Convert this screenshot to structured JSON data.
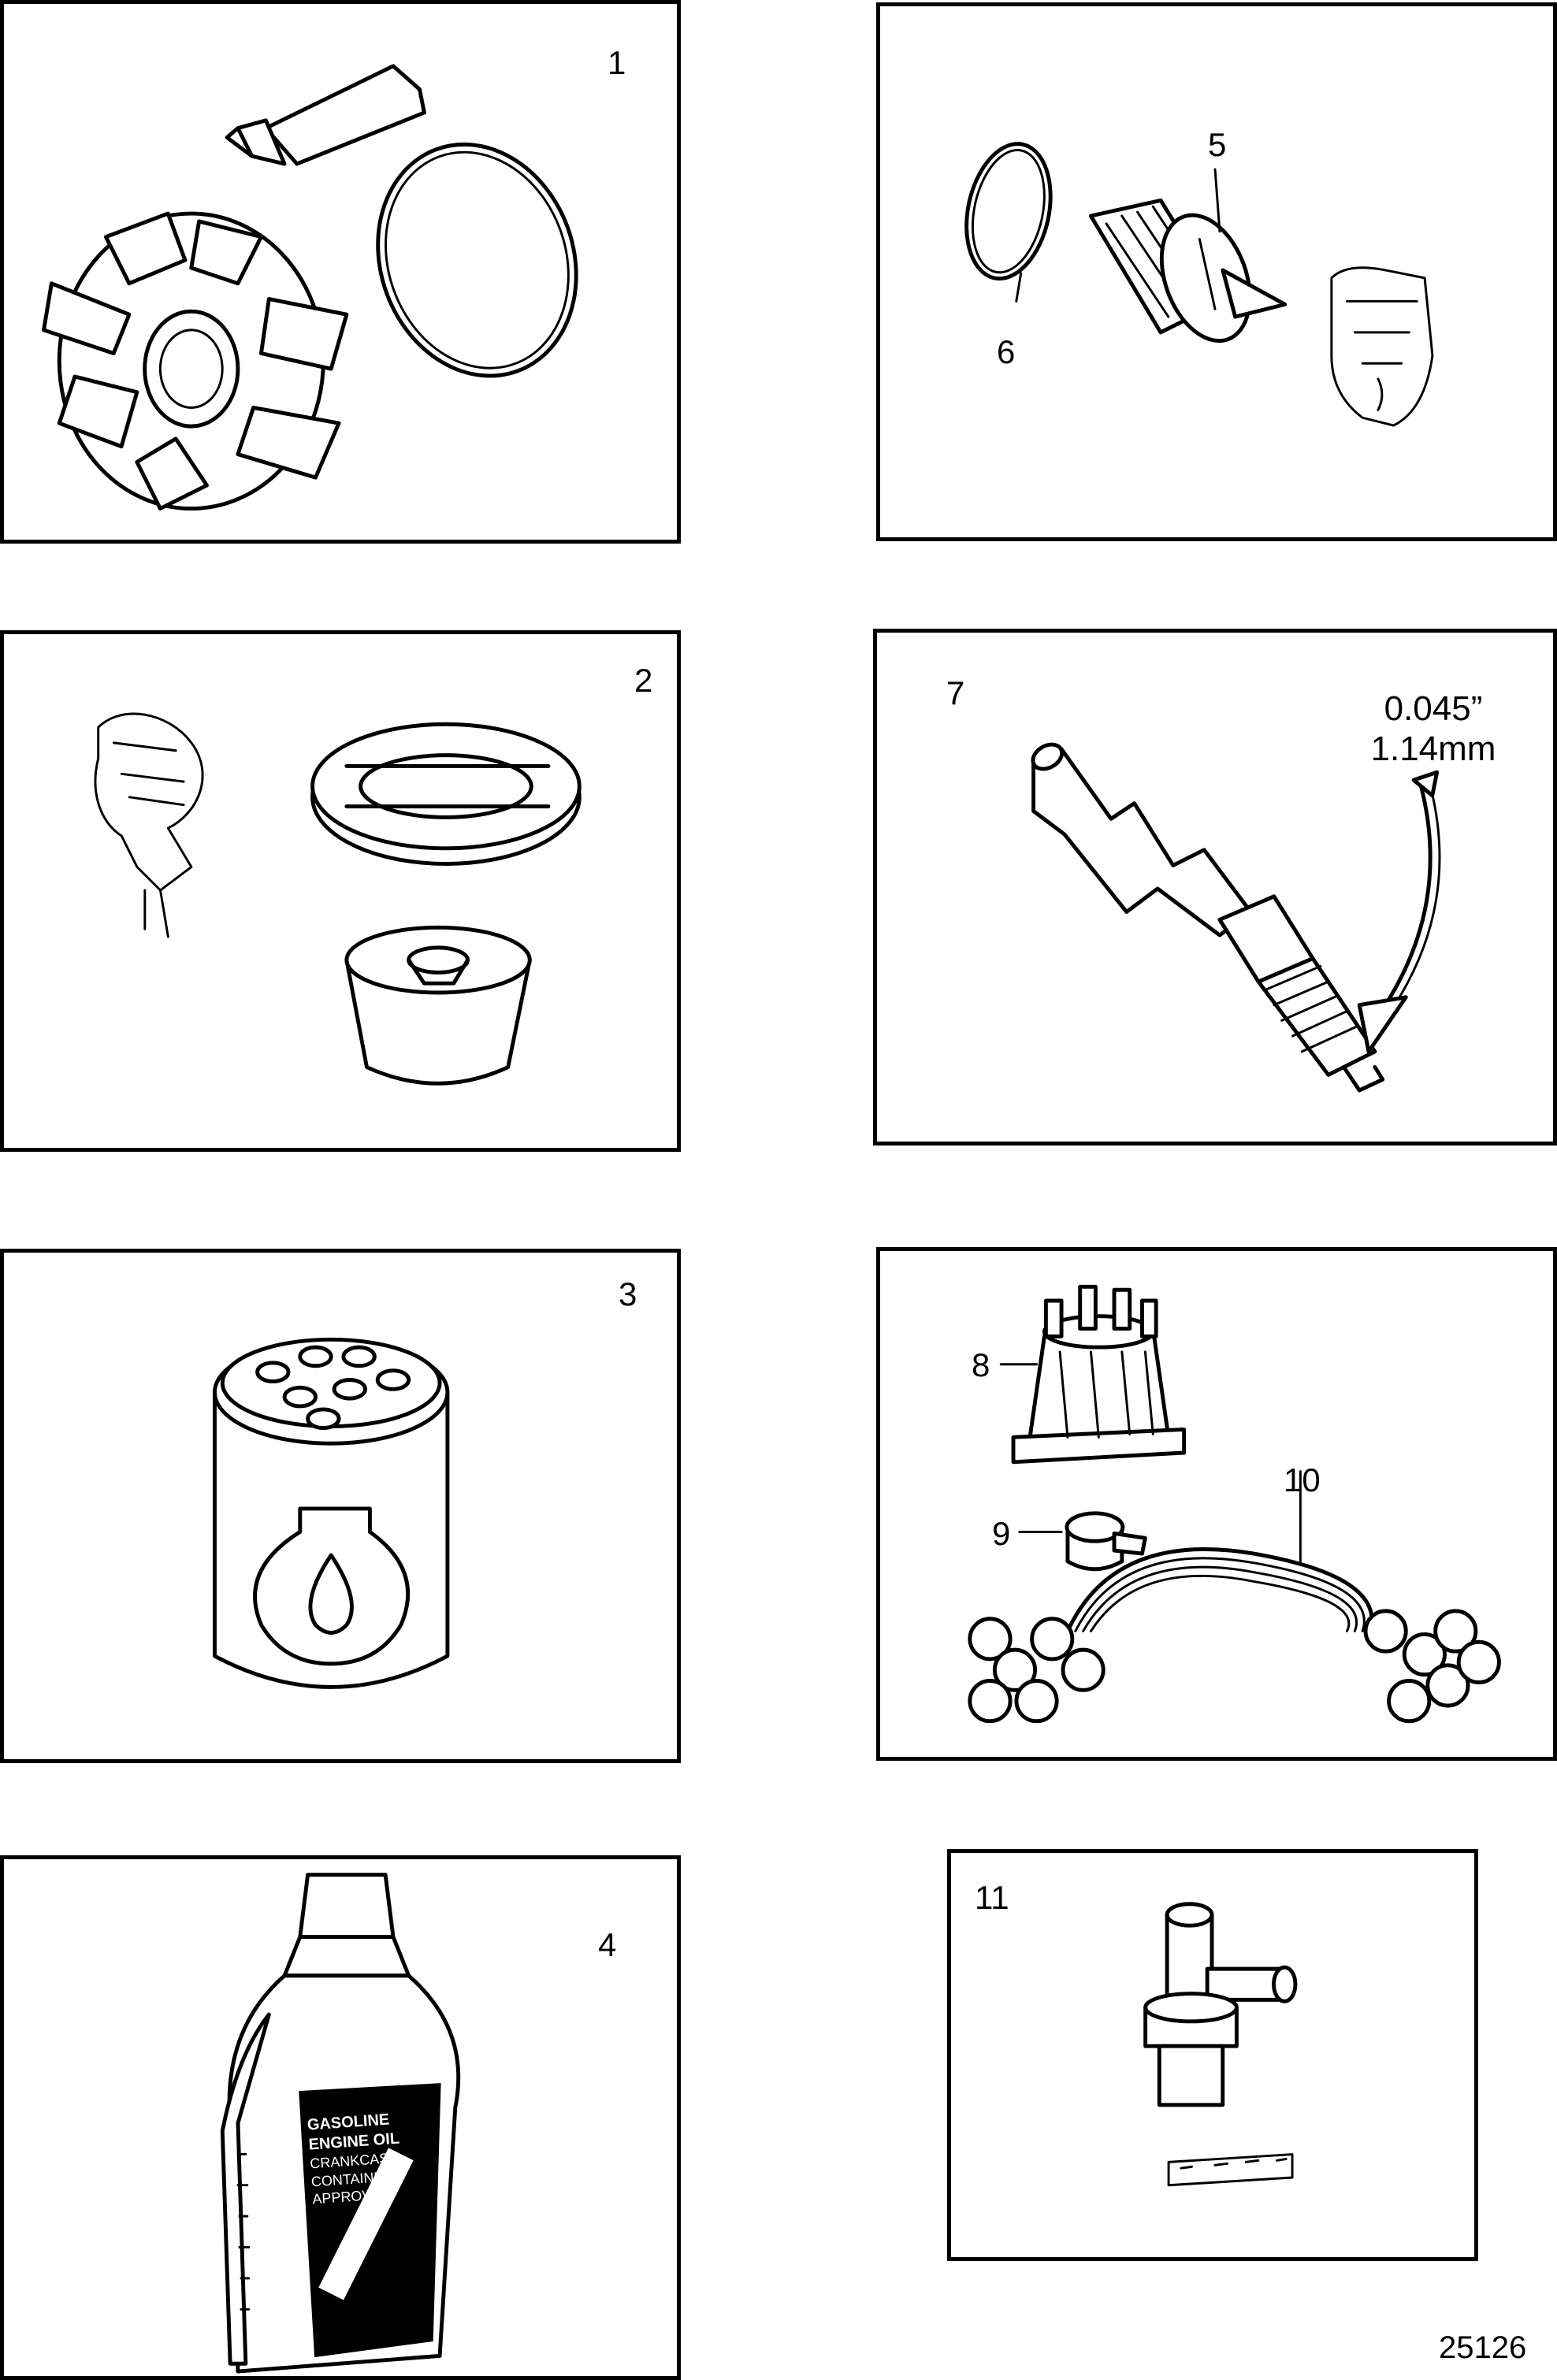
{
  "figure_id": "25126",
  "panels": [
    {
      "key": "impeller_kit",
      "labels": [
        "1"
      ]
    },
    {
      "key": "flame_arrestor",
      "labels": [
        "2"
      ]
    },
    {
      "key": "fuel_filter",
      "labels": [
        "3"
      ]
    },
    {
      "key": "engine_oil",
      "labels": [
        "4"
      ],
      "bottle_text": [
        "GASOLINE ENGINE OIL",
        "CRANKCASE",
        "CONTAINER",
        "APPROVED"
      ]
    },
    {
      "key": "thermostat",
      "labels": [
        "5",
        "6"
      ]
    },
    {
      "key": "spark_plug",
      "labels": [
        "7"
      ],
      "gap_imperial": "0.045”",
      "gap_metric": "1.14mm"
    },
    {
      "key": "ignition_parts",
      "labels": [
        "8",
        "9",
        "10"
      ]
    },
    {
      "key": "pcv_valve",
      "labels": [
        "11"
      ]
    }
  ]
}
